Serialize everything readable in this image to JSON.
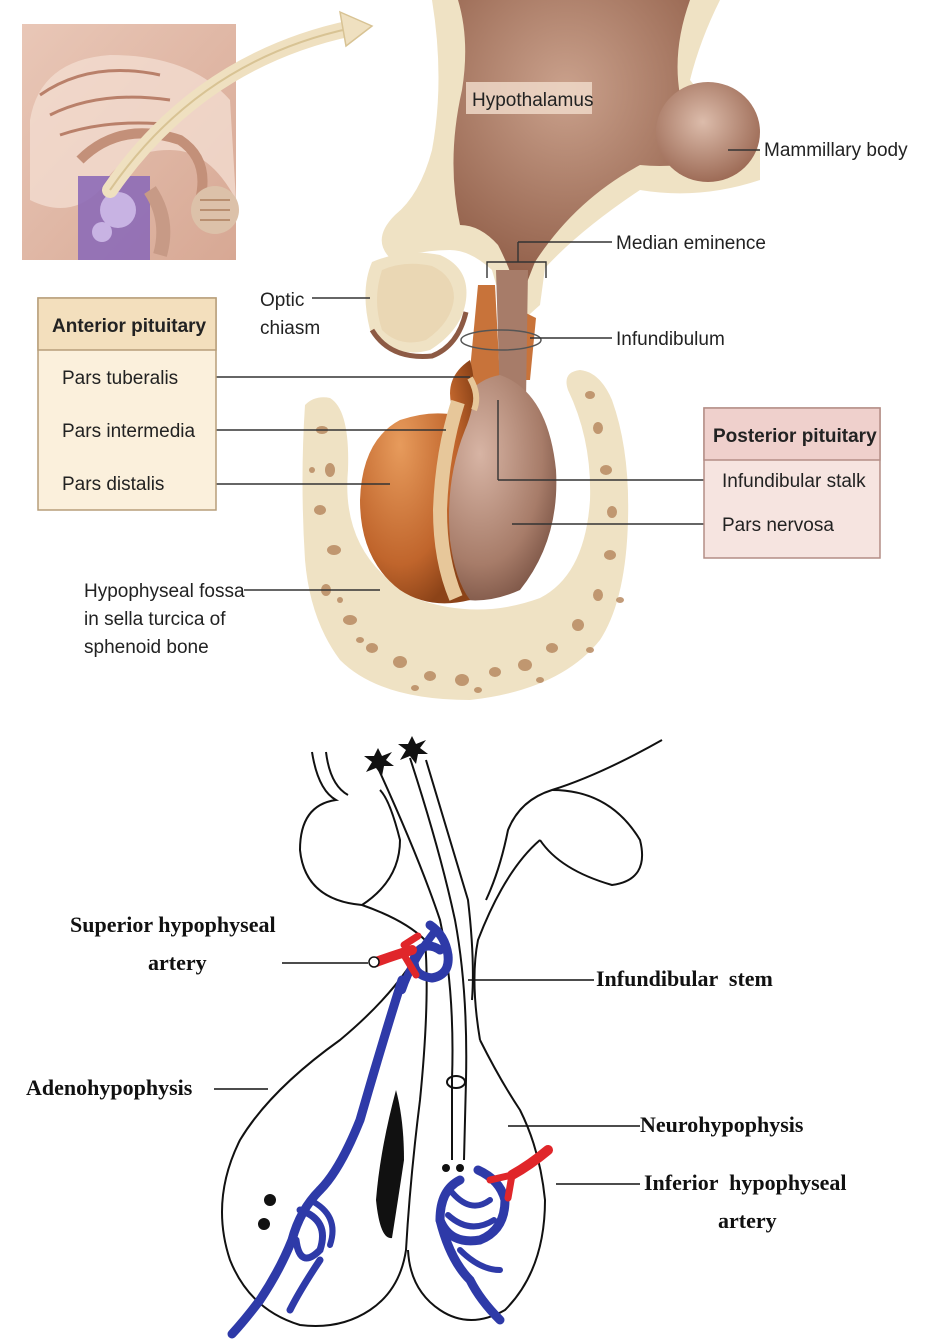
{
  "top_diagram": {
    "labels": {
      "hypothalamus": "Hypothalamus",
      "mammillary_body": "Mammillary body",
      "median_eminence": "Median eminence",
      "optic_chiasm_line1": "Optic",
      "optic_chiasm_line2": "chiasm",
      "infundibulum": "Infundibulum",
      "fossa_line1": "Hypophyseal fossa",
      "fossa_line2": "in sella turcica of",
      "fossa_line3": "sphenoid bone"
    },
    "anterior_box": {
      "title": "Anterior pituitary",
      "items": [
        "Pars tuberalis",
        "Pars intermedia",
        "Pars distalis"
      ]
    },
    "posterior_box": {
      "title": "Posterior pituitary",
      "items": [
        "Infundibular stalk",
        "Pars nervosa"
      ]
    }
  },
  "bottom_diagram": {
    "labels": {
      "superior_line1": "Superior hypophyseal",
      "superior_line2": "artery",
      "infundibular_stem": "Infundibular  stem",
      "adenohypophysis": "Adenohypophysis",
      "neurohypophysis": "Neurohypophysis",
      "inferior_line1": "Inferior  hypophyseal",
      "inferior_line2": "artery"
    }
  },
  "colors": {
    "bone": "#efe2c4",
    "bone_pores": "#b88a62",
    "brain_tissue": "#a5725a",
    "anterior_lobe": "#c8733a",
    "posterior_lobe": "#b08774",
    "box_fill_anterior": "#fbf0dc",
    "box_fill_posterior": "#f6e4e0",
    "box_header_posterior": "#efd0cc",
    "artery_red": "#e0262a",
    "vein_blue": "#2e3aa8"
  }
}
